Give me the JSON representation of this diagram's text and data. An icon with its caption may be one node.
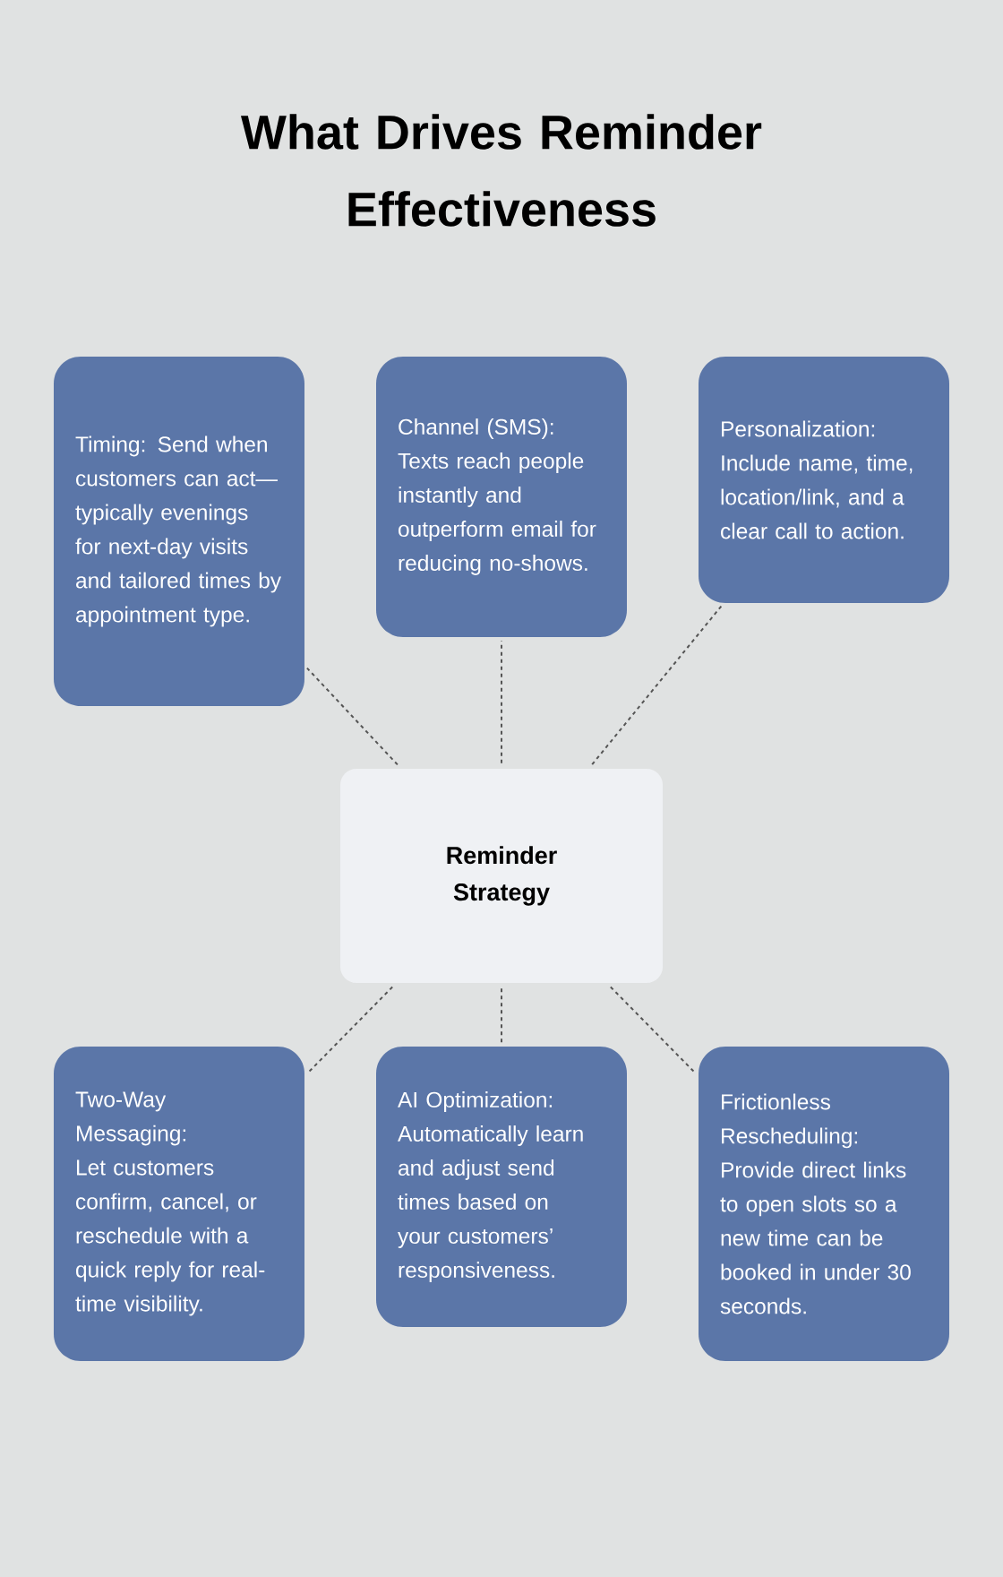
{
  "diagram": {
    "title": "What Drives Reminder Effectiveness",
    "nodes": [
      {
        "text": [
          "Timing: Send when customers can act—typically evenings for next-day visits and tailored times by appointment type."
        ]
      },
      {
        "text": [
          "Channel (SMS): Texts reach people instantly and outperform email for reducing no-shows."
        ]
      },
      {
        "text": [
          "Personalization: Include name, time, location/link, and a clear call to action."
        ]
      },
      {
        "text": [
          "Reminder Strategy"
        ]
      },
      {
        "text": [
          "Two-Way Messaging: Let customers confirm, cancel, or reschedule with a quick reply for real-time visibility."
        ]
      },
      {
        "text": [
          "AI Optimization: Automatically learn and adjust send times based on your customers’ responsiveness."
        ]
      },
      {
        "text": [
          "Frictionless Rescheduling: Provide direct links to open slots so a new time can be booked in under 30 seconds."
        ]
      }
    ],
    "edges": [
      {
        "from": 3,
        "to": 0,
        "arrow": "none",
        "style": "dashed"
      },
      {
        "from": 3,
        "to": 1,
        "arrow": "none",
        "style": "dashed"
      },
      {
        "from": 3,
        "to": 2,
        "arrow": "none",
        "style": "dashed"
      },
      {
        "from": 3,
        "to": 4,
        "arrow": "none",
        "style": "dashed"
      },
      {
        "from": 3,
        "to": 5,
        "arrow": "none",
        "style": "dashed"
      },
      {
        "from": 3,
        "to": 6,
        "arrow": "none",
        "style": "dashed"
      }
    ]
  }
}
